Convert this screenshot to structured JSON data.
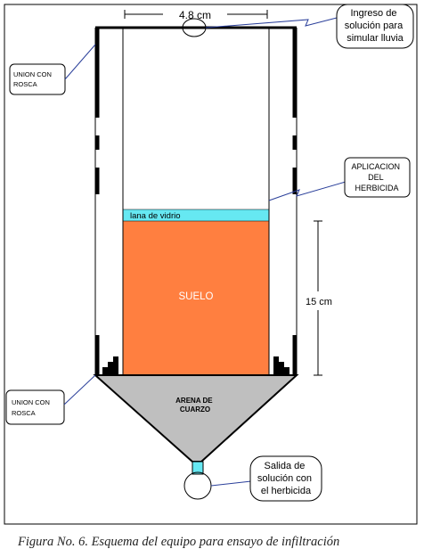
{
  "dimension_top": "4.8 cm",
  "dimension_side": "15 cm",
  "callouts": {
    "rain_inlet": [
      "Ingreso de",
      "solución para",
      "simular lluvia"
    ],
    "herbicide": [
      "APLICACION",
      "DEL",
      "HERBICIDA"
    ],
    "outlet": [
      "Salida de",
      "solución con",
      "el herbicida"
    ],
    "union_top": [
      "UNION CON",
      "ROSCA"
    ],
    "union_bottom": [
      "UNION CON",
      "ROSCA"
    ]
  },
  "layers": {
    "glass_wool": "lana de vidrio",
    "soil": "SUELO",
    "sand": [
      "ARENA DE",
      "CUARZO"
    ]
  },
  "caption": "Figura No. 6. Esquema del equipo para ensayo de infiltración",
  "colors": {
    "soil": "#ff7f40",
    "glass_wool": "#66e8f2",
    "sand": "#bfbfbf",
    "outline": "#000000",
    "callout_line": "#2a3f9a"
  }
}
